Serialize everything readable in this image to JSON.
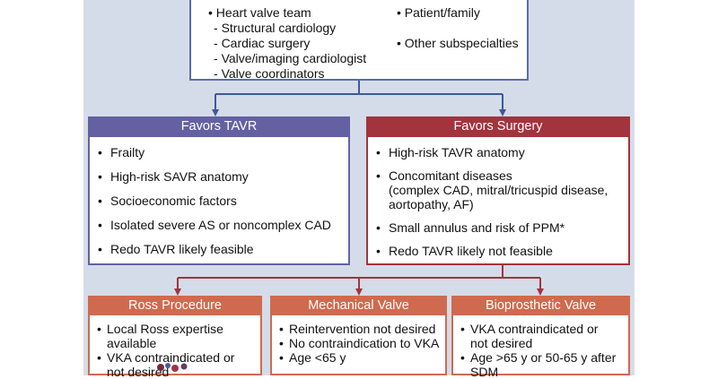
{
  "team": {
    "heading": "Heart valve team",
    "members": [
      "Structural cardiology",
      "Cardiac surgery",
      "Valve/imaging cardiologist",
      "Valve coordinators"
    ]
  },
  "others": [
    "Patient/family",
    "Other subspecialties"
  ],
  "favors_tavr": {
    "title": "Favors TAVR",
    "items": [
      "Frailty",
      "High-risk SAVR anatomy",
      "Socioeconomic factors",
      "Isolated severe AS or noncomplex CAD",
      "Redo TAVR likely feasible"
    ]
  },
  "favors_surgery": {
    "title": "Favors Surgery",
    "items": [
      "High-risk TAVR anatomy",
      "Concomitant diseases\n(complex CAD, mitral/tricuspid disease,\naortopathy, AF)",
      "Small annulus and risk of PPM*",
      "Redo TAVR likely not feasible"
    ]
  },
  "options": [
    {
      "title": "Ross Procedure",
      "items": [
        "Local Ross expertise available",
        "VKA contraindicated or\nnot desired"
      ]
    },
    {
      "title": "Mechanical Valve",
      "items": [
        "Reintervention not desired",
        "No contraindication to VKA",
        "Age <65 y"
      ]
    },
    {
      "title": "Bioprosthetic Valve",
      "items": [
        "VKA contraindicated or\nnot desired",
        "Age >65 y or 50-65 y after\nSDM"
      ]
    }
  ],
  "colors": {
    "panel": "#d5dce9",
    "team_border": "#5a6ea6",
    "tavr": "#6461a2",
    "surgery": "#a3333d",
    "options": "#d06a4e"
  }
}
